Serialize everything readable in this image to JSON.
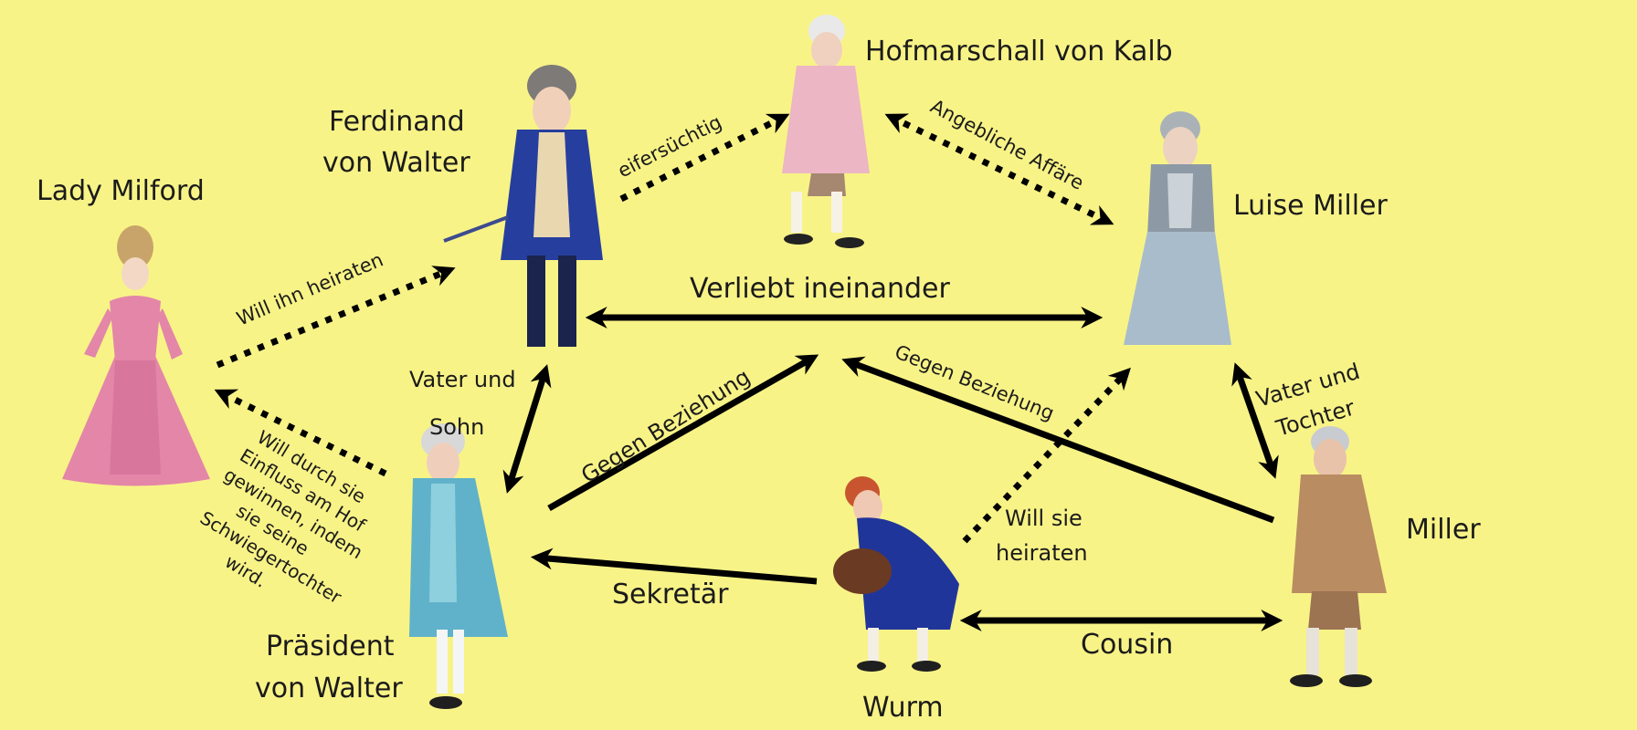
{
  "characters": {
    "hofmarschall": "Hofmarschall von Kalb",
    "ferdinand_line1": "Ferdinand",
    "ferdinand_line2": "von Walter",
    "lady": "Lady Milford",
    "luise": "Luise Miller",
    "praesident_line1": "Präsident",
    "praesident_line2": "von Walter",
    "miller": "Miller",
    "wurm": "Wurm"
  },
  "relations": {
    "eifersuechtig": "eifersüchtig",
    "affaere": "Angebliche Affäre",
    "verliebt": "Verliebt ineinander",
    "will_ihn_heiraten": "Will ihn heiraten",
    "vater_sohn_line1": "Vater und",
    "vater_sohn_line2": "Sohn",
    "vater_tochter_line1": "Vater und",
    "vater_tochter_line2": "Tochter",
    "gegen_beziehung_left": "Gegen Beziehung",
    "gegen_beziehung_right": "Gegen Beziehung",
    "einfluss": [
      "Will durch sie",
      "Einfluss am Hof",
      "gewinnen, indem",
      "sie seine",
      "Schwiegertochter",
      "wird."
    ],
    "will_sie_line1": "Will sie",
    "will_sie_line2": "heiraten",
    "sekretaer": "Sekretär",
    "cousin": "Cousin"
  },
  "figure_colors": {
    "lady": "#e386a8",
    "ferdinand": "#263f9e",
    "hofmarschall": "#ecb6c4",
    "luise": "#a9bccb",
    "praesident": "#5fb2c9",
    "wurm": "#20359a",
    "miller": "#b98c62"
  },
  "background": "#f8f387"
}
